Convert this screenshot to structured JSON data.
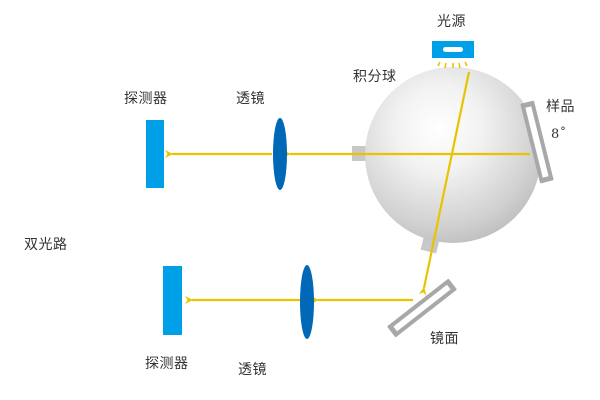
{
  "title": "双光路",
  "colors": {
    "beam": "#e8c400",
    "detector": "#00a0e9",
    "lens": "#0068b7",
    "light_source": "#00a0e9",
    "sphere_light": "#f7f7f7",
    "sphere_dark": "#bdbdbd",
    "port": "#c8c8c8",
    "plate_border": "#a8a8a8",
    "text": "#333333"
  },
  "components": {
    "light_source": {
      "label": "光源"
    },
    "integrating_sphere": {
      "label": "积分球"
    },
    "sample": {
      "label": "样品",
      "angle_label": "8˚"
    },
    "mirror": {
      "label": "镜面"
    },
    "upper_path": {
      "detector_label": "探测器",
      "lens_label": "透镜"
    },
    "lower_path": {
      "detector_label": "探测器",
      "lens_label": "透镜"
    }
  }
}
